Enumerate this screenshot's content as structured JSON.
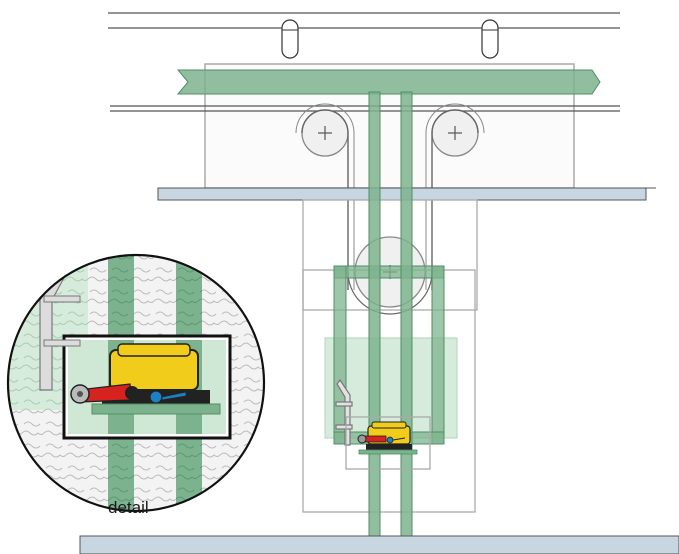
{
  "labels": {
    "detail": "detail"
  },
  "colors": {
    "belt_green": "#7cb38e",
    "belt_green_dark": "#4f8f63",
    "translucent_green": "#cfe8d6",
    "floor_blue": "#c7d6e0",
    "outline_grey": "#8a8a8a",
    "switch_yellow": "#f2cc1a",
    "lever_red": "#d6231f",
    "roller_blue": "#1d7fc4"
  },
  "icons": {
    "pulley": "plus-in-circle",
    "hanger": "rounded-pin"
  }
}
